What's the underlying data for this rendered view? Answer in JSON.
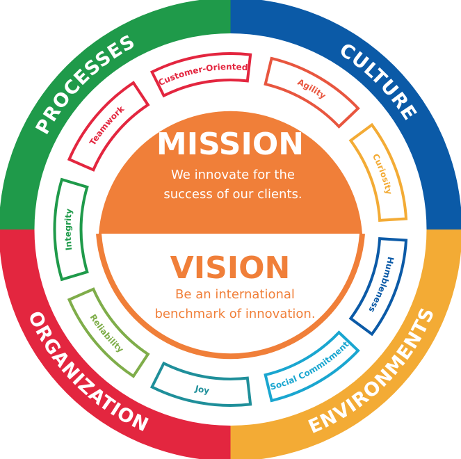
{
  "colors": {
    "green": "#1f9a4a",
    "blue": "#0b5aa7",
    "red": "#e3263f",
    "yellow": "#f3ab35",
    "orange": "#f07f39",
    "white": "#ffffff"
  },
  "outer_ring": [
    {
      "label": "PROCESSES",
      "color": "#1f9a4a"
    },
    {
      "label": "CULTURE",
      "color": "#0b5aa7"
    },
    {
      "label": "ENVIRONMENTS",
      "color": "#f3ab35"
    },
    {
      "label": "ORGANIZATION",
      "color": "#e3263f"
    }
  ],
  "values": [
    {
      "label": "Customer-Oriented",
      "color": "#e3263f"
    },
    {
      "label": "Agility",
      "color": "#e8563f"
    },
    {
      "label": "Curiosity",
      "color": "#f3ab35"
    },
    {
      "label": "Humbleness",
      "color": "#0b5aa7"
    },
    {
      "label": "Social Commitment",
      "color": "#1aa6d0"
    },
    {
      "label": "Joy",
      "color": "#1f8f9a"
    },
    {
      "label": "Reliability",
      "color": "#7fad4a"
    },
    {
      "label": "Integrity",
      "color": "#1f9a4a"
    },
    {
      "label": "Teamwork",
      "color": "#e3263f"
    }
  ],
  "mission": {
    "title": "MISSION",
    "line1": "We innovate for the",
    "line2": "success of our clients."
  },
  "vision": {
    "title": "VISION",
    "line1": "Be an international",
    "line2": "benchmark of innovation."
  }
}
